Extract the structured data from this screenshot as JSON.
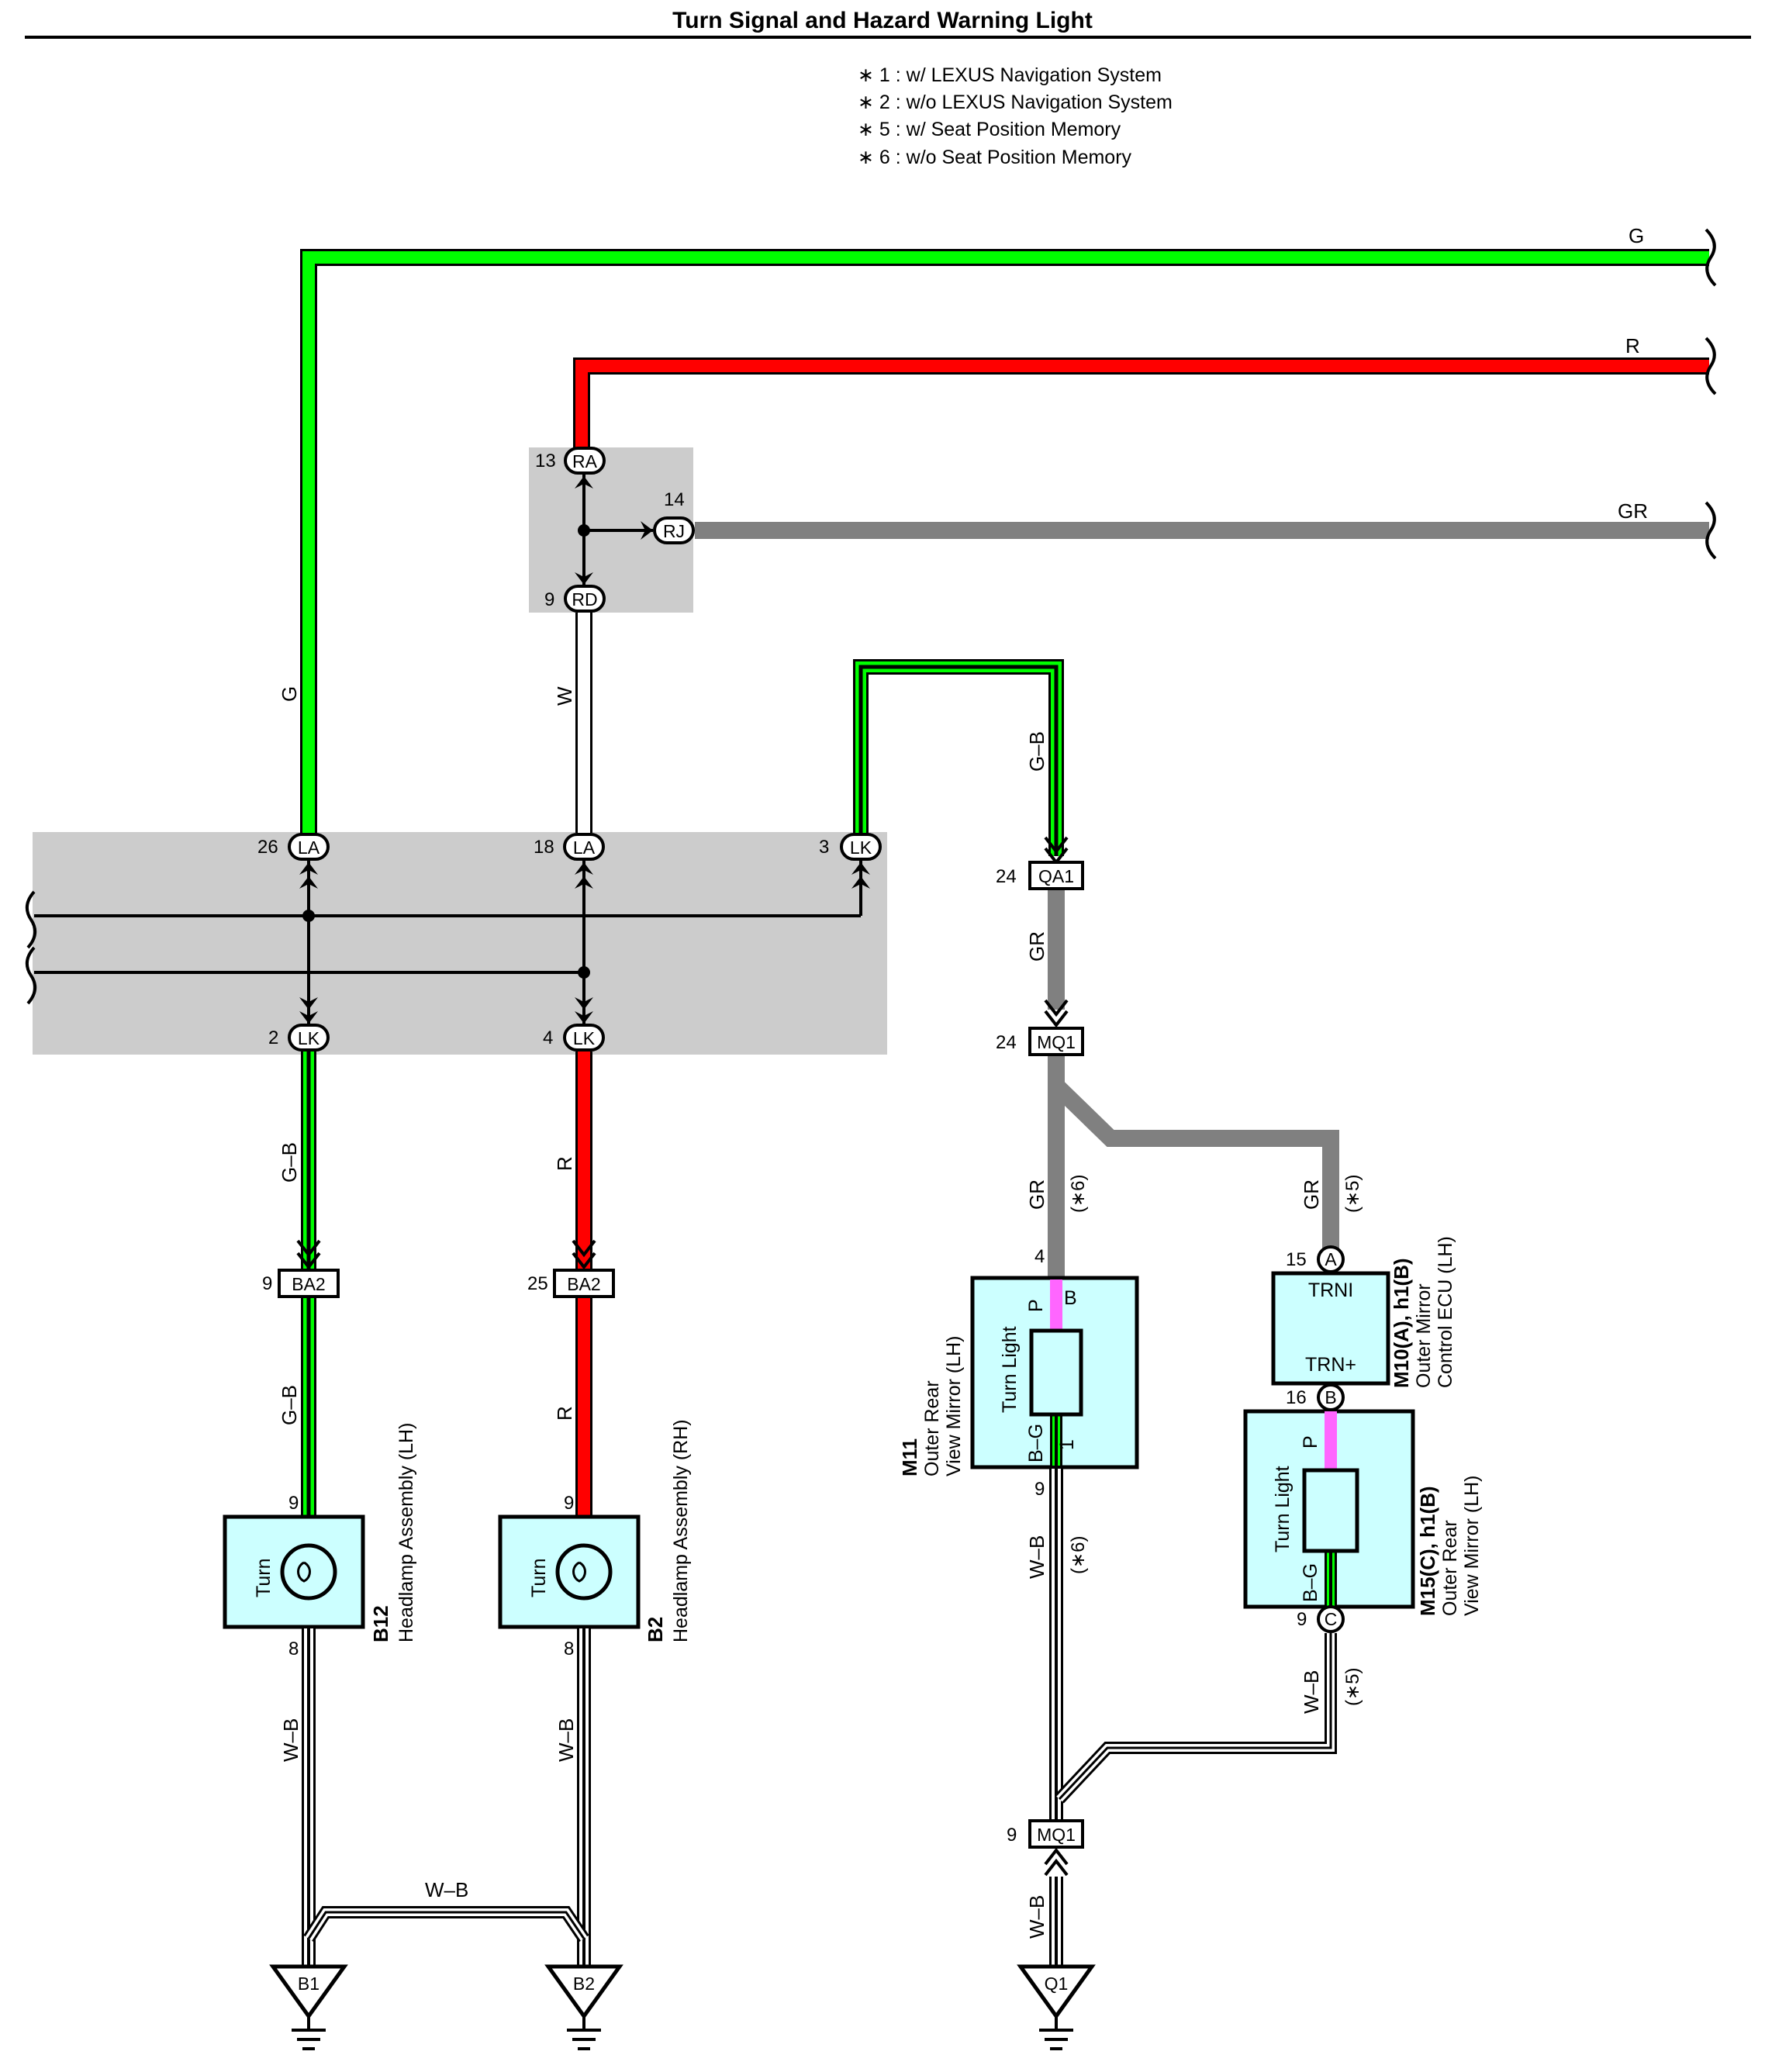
{
  "title": "Turn Signal and Hazard Warning Light",
  "notes": [
    "∗ 1 : w/ LEXUS Navigation System",
    "∗ 2 : w/o LEXUS Navigation System",
    "∗ 5 : w/ Seat Position Memory",
    "∗ 6 : w/o Seat Position Memory"
  ],
  "colors": {
    "green": "#00ff00",
    "red": "#ff0000",
    "gray": "#808080",
    "pink": "#ff66ff",
    "junction_block": "#cccccc",
    "component_fill": "#ccffff"
  },
  "wires": {
    "g_top": "G",
    "r_top": "R",
    "gr_top": "GR",
    "g_vertical": "G",
    "w_vertical": "W",
    "gb_top": "G–B",
    "gr_qa1": "GR",
    "gb_left_1": "G–B",
    "r_left_1": "R",
    "gb_left_2": "G–B",
    "r_left_2": "R",
    "wb_b12": "W–B",
    "wb_b2": "W–B",
    "wb_bridge": "W–B",
    "gr_m11": "GR",
    "m11_note": "(∗6)",
    "gr_m10": "GR",
    "m10_note": "(∗5)",
    "wb_m11": "W–B",
    "wb_m11_note": "(∗6)",
    "wb_m15": "W–B",
    "wb_m15_note": "(∗5)",
    "wb_q1": "W–B"
  },
  "connectors": {
    "ra": {
      "label": "RA",
      "pin": "13"
    },
    "rj": {
      "label": "RJ",
      "pin": "14"
    },
    "rd": {
      "label": "RD",
      "pin": "9"
    },
    "la1": {
      "label": "LA",
      "pin": "26"
    },
    "la2": {
      "label": "LA",
      "pin": "18"
    },
    "lk3": {
      "label": "LK",
      "pin": "3"
    },
    "lk2": {
      "label": "LK",
      "pin": "2"
    },
    "lk4": {
      "label": "LK",
      "pin": "4"
    },
    "qa1": {
      "label": "QA1",
      "pin": "24"
    },
    "mq1_top": {
      "label": "MQ1",
      "pin": "24"
    },
    "ba2_left": {
      "label": "BA2",
      "pin": "9"
    },
    "ba2_right": {
      "label": "BA2",
      "pin": "25"
    },
    "mq1_bottom": {
      "label": "MQ1",
      "pin": "9"
    },
    "m10_a": {
      "label": "A",
      "pin": "15"
    },
    "m10_b": {
      "label": "B",
      "pin": "16"
    },
    "m15_c": {
      "label": "C",
      "pin": "9"
    }
  },
  "components": {
    "b12": {
      "code": "B12",
      "name": "Headlamp Assembly (LH)",
      "inner": "Turn",
      "pin_in": "9",
      "pin_out": "8"
    },
    "b2": {
      "code": "B2",
      "name": "Headlamp Assembly (RH)",
      "inner": "Turn",
      "pin_in": "9",
      "pin_out": "8"
    },
    "m11": {
      "code": "M11",
      "name1": "Outer Rear",
      "name2": "View Mirror (LH)",
      "inner": "Turn Light",
      "pin_in": "4",
      "pin_out": "9",
      "p": "P",
      "b": "B",
      "bg": "B–G",
      "one": "1"
    },
    "m10": {
      "code": "M10(A), h1(B)",
      "name1": "Outer Mirror",
      "name2": "Control ECU (LH)",
      "trni": "TRNI",
      "trnp": "TRN+"
    },
    "m15": {
      "code": "M15(C), h1(B)",
      "name1": "Outer Rear",
      "name2": "View Mirror (LH)",
      "inner": "Turn Light",
      "p": "P",
      "bg": "B–G"
    }
  },
  "grounds": [
    {
      "label": "B1"
    },
    {
      "label": "B2"
    },
    {
      "label": "Q1"
    }
  ]
}
